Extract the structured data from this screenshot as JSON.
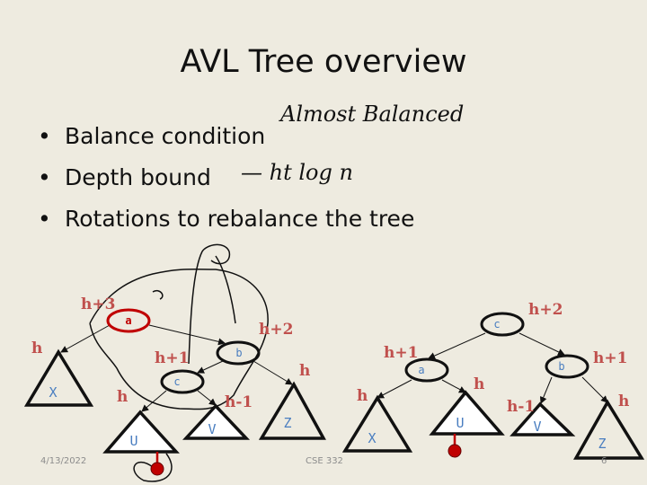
{
  "slide": {
    "title": "AVL Tree overview",
    "bullets": [
      "Balance condition",
      "Depth bound",
      "Rotations to rebalance the tree"
    ],
    "annotations": {
      "balance": "Almost Balanced",
      "depth": "— ht log n"
    }
  },
  "left_tree": {
    "nodes": {
      "a": "a",
      "b": "b",
      "c": "c"
    },
    "subtrees": {
      "x": "X",
      "u": "U",
      "v": "V",
      "z": "Z"
    },
    "heights": {
      "a": "h+3",
      "b": "h+2",
      "c": "h+1",
      "x": "h",
      "u": "h",
      "v": "h-1",
      "z": "h"
    }
  },
  "right_tree": {
    "nodes": {
      "a": "a",
      "b": "b",
      "c": "c"
    },
    "subtrees": {
      "x": "X",
      "u": "U",
      "v": "V",
      "z": "Z"
    },
    "heights": {
      "c": "h+2",
      "a": "h+1",
      "b": "h+1",
      "x": "h",
      "u": "h",
      "v": "h-1",
      "z": "h"
    }
  },
  "footer": {
    "date": "4/13/2022",
    "course": "CSE 332",
    "page": "6"
  },
  "colors": {
    "background": "#EEEBE0",
    "label": "#C0504D",
    "node_text": "#4A7EC0",
    "inserted": "#C00000"
  }
}
